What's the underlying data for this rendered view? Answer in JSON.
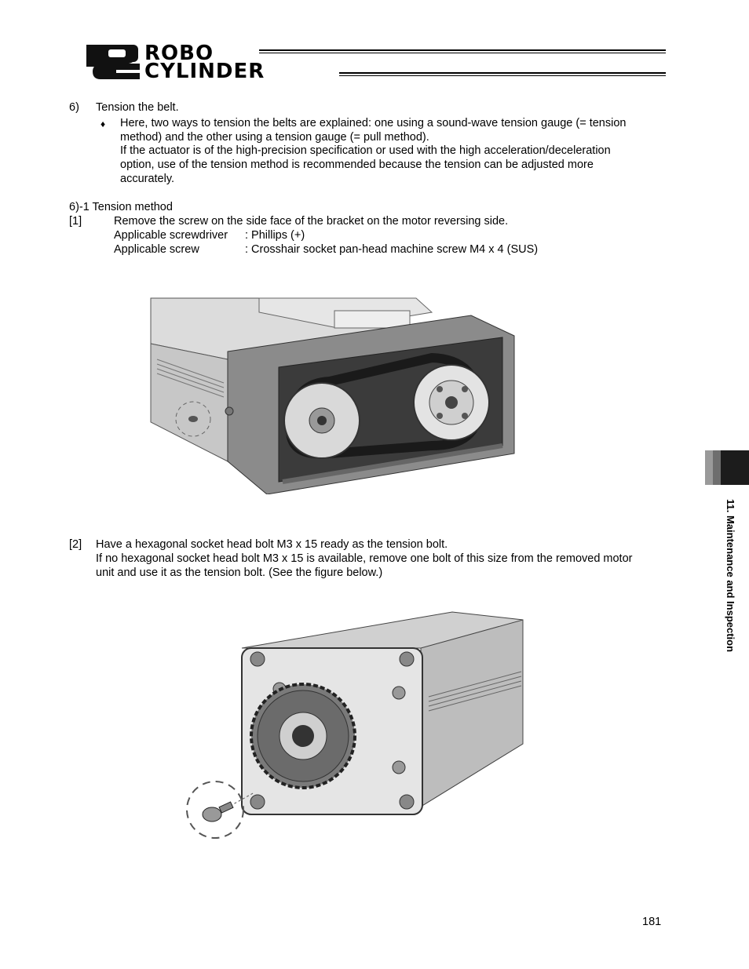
{
  "header": {
    "logo_line1": "ROBO",
    "logo_line2": "CYLINDER",
    "logo_mark": "RC"
  },
  "step6": {
    "heading_num": "6)",
    "heading_text": "Tension the belt.",
    "bullet": "♦",
    "lines": [
      "Here, two ways to tension the belts are explained: one using a sound-wave tension gauge (= tension",
      "method) and the other using a tension gauge (= pull method).",
      "If the actuator is of the high-precision specification or used with the high acceleration/deceleration",
      "option, use of the tension method is recommended because the tension can be adjusted more",
      "accurately."
    ]
  },
  "section61": {
    "title": "6)-1 Tension method",
    "item1_num": "[1]",
    "item1_text": "Remove the screw on the side face of the bracket on the motor reversing side.",
    "screwdriver_label": "Applicable screwdriver",
    "screwdriver_value": ": Phillips (+)",
    "screw_label": "Applicable screw",
    "screw_value": ": Crosshair socket pan-head machine screw M4 x 4 (SUS)",
    "item2_num": "[2]",
    "item2_lines": [
      "Have a hexagonal socket head bolt M3 x 15 ready as the tension bolt.",
      "If no hexagonal socket head bolt M3 x 15 is available, remove one bolt of this size from the removed motor",
      "unit and use it as the tension bolt. (See the figure below.)"
    ]
  },
  "side_tab": {
    "label": "11. Maintenance and Inspection"
  },
  "footer": {
    "page_number": "181"
  }
}
